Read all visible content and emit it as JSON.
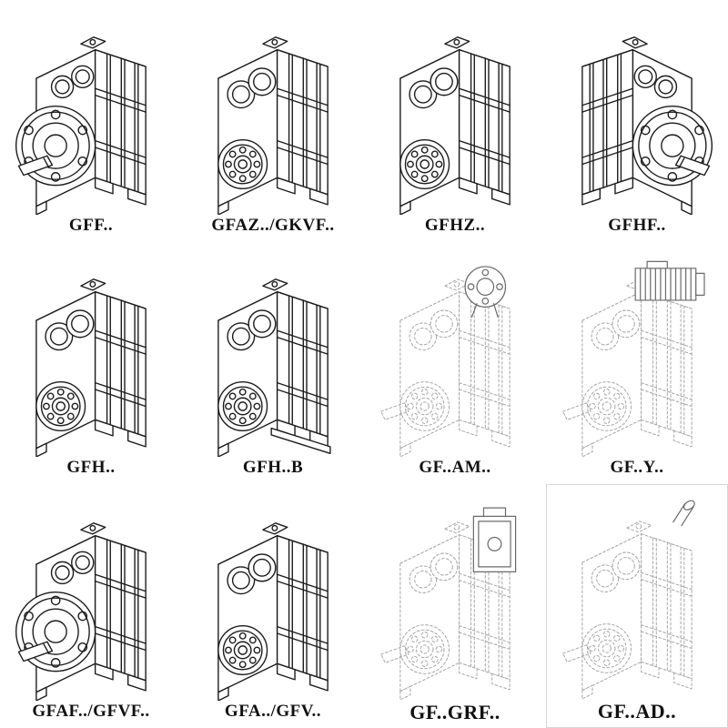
{
  "cells": [
    {
      "label": "GFF.."
    },
    {
      "label": "GFAZ../GKVF.."
    },
    {
      "label": "GFHZ.."
    },
    {
      "label": "GFHF.."
    },
    {
      "label": "GFH.."
    },
    {
      "label": "GFH..B"
    },
    {
      "label": "GF..AM.."
    },
    {
      "label": "GF..Y.."
    },
    {
      "label": "GFAF../GFVF.."
    },
    {
      "label": "GFA../GFV.."
    },
    {
      "label": "GF..GRF.."
    },
    {
      "label": "GF..AD.."
    }
  ]
}
